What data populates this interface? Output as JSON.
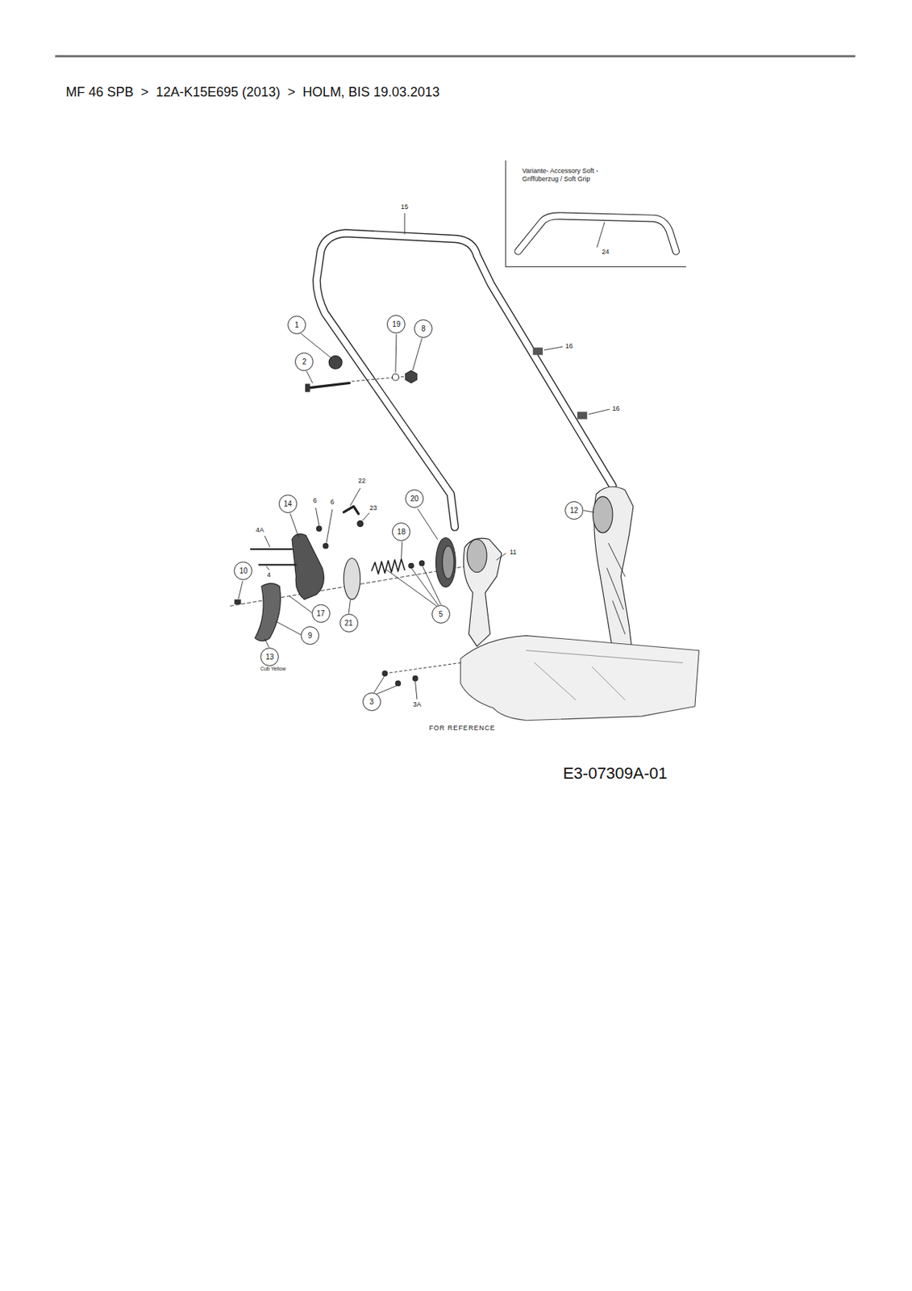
{
  "diagram": {
    "title": "MF 46 SPB  >  12A-K15E695 (2013)  >  HOLM, BIS 19.03.2013",
    "nodes": [
      {
        "text": [
          "Variante- Accessory Soft -Griffüberzug / Soft Grip",
          "24"
        ]
      },
      {
        "text": [
          "1"
        ]
      },
      {
        "text": [
          "19"
        ]
      },
      {
        "text": [
          "8"
        ]
      },
      {
        "text": [
          "2"
        ]
      },
      {
        "text": [
          "14"
        ]
      },
      {
        "text": [
          "20"
        ]
      },
      {
        "text": [
          "12"
        ]
      },
      {
        "text": [
          "18"
        ]
      },
      {
        "text": [
          "10"
        ]
      },
      {
        "text": [
          "5"
        ]
      },
      {
        "text": [
          "17"
        ]
      },
      {
        "text": [
          "21"
        ]
      },
      {
        "text": [
          "9"
        ]
      },
      {
        "text": [
          "13"
        ]
      },
      {
        "text": [
          "3"
        ]
      }
    ],
    "labels": [
      "15",
      "16",
      "16",
      "22",
      "6",
      "6",
      "23",
      "4A",
      "4",
      "11",
      "Cub Yellow",
      "3A",
      "FOR REFERENCE",
      "E3-07309A-01"
    ]
  }
}
